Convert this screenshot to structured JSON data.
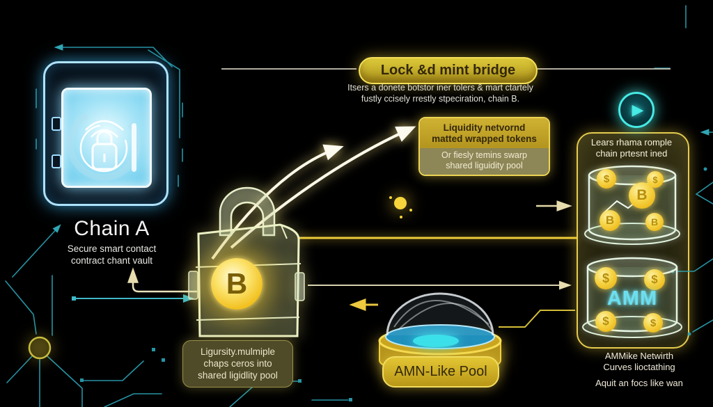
{
  "colors": {
    "circuit_teal": "#2ba4b6",
    "neon_blue": "#9fdcff",
    "gold": "#e8c63f",
    "banner_yellow": "#d6b92e",
    "cyan_accent": "#47eae4",
    "coin_gold": "#f2c822",
    "amm_cyan": "#6cdef0"
  },
  "icons": {
    "play": "▶"
  },
  "header": {
    "banner_label": "Lock &d mint bridge",
    "subtitle_line1": "Itsers a donete botstor iner tolers & mart ctartely",
    "subtitle_line2": "fustly ccisely rrestly stpeciration, chain B."
  },
  "chain_a": {
    "title": "Chain A",
    "subtitle_line1": "Secure smart contact",
    "subtitle_line2": "contract chant vault"
  },
  "lock_vault": {
    "coin_symbol": "B",
    "caption_line1": "Ligursity.mulmiple",
    "caption_line2": "chaps ceros into",
    "caption_line3": "shared ligidlity pool"
  },
  "liquidity_box": {
    "line1": "Liquidity netvornd",
    "line2": "matted wrapped tokens",
    "line3": "Or fiesly temins swarp",
    "line4": "shared liguidity pool"
  },
  "bridge_panel": {
    "label_line1": "Lears rhama romple",
    "label_line2": "chain prtesnt ined",
    "coins_top": [
      "$",
      "$",
      "B",
      "B",
      "B"
    ],
    "coins_bottom": [
      "$",
      "$",
      "$",
      "$"
    ],
    "amm_label": "AMM",
    "caption_line1": "AMMike Netwirth",
    "caption_line2": "Curves lioctathing",
    "caption_line3": "Aquit an focs like wan"
  },
  "pool": {
    "label": "AMN-Like Pool"
  }
}
